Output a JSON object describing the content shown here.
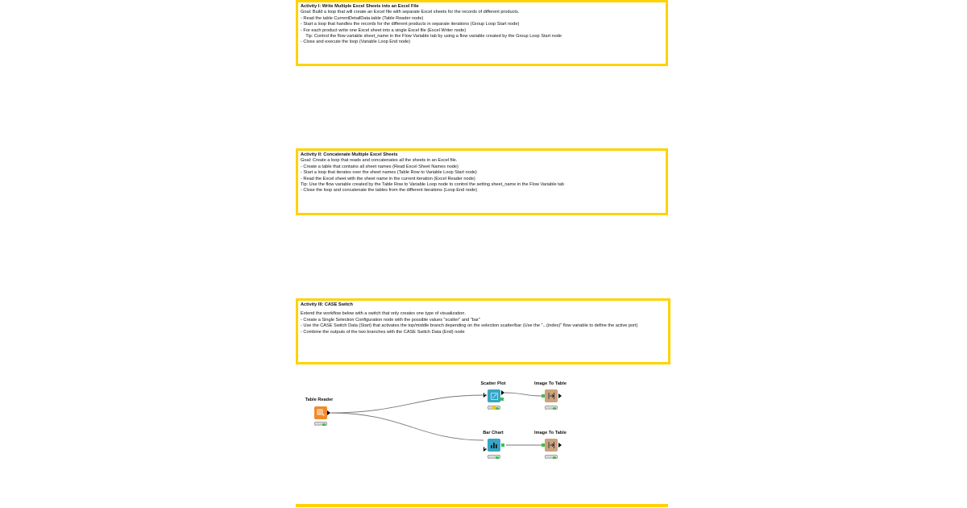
{
  "annotations": {
    "activity1": {
      "title": "Activity I: Write Multiple Excel Sheets into an Excel File",
      "lines": [
        "Goal: Build a loop that will create an Excel file with separate Excel sheets for the records of different products.",
        "- Read the table CurrentDetailData.table (Table Reader node)",
        "- Start a loop that handles the records for the different products in separate iterations (Group Loop Start node)",
        "- For each product write one Excel sheet into a single Excel file (Excel Writer node)",
        "    Tip: Control the flow variable sheet_name in the Flow Variable tab by using a flow variable created by the Group Loop Start node",
        "- Close and execute the loop (Variable Loop End node)"
      ]
    },
    "activity2": {
      "title": "Activity II: Concatenate Multiple Excel Sheets",
      "lines": [
        "Goal: Create a loop that reads and concatenates all the sheets in an Excel file.",
        "- Create a table that contains all sheet names (Read Excel Sheet Names node)",
        "- Start a loop that iterates over the sheet names (Table Row to Variable Loop Start node)",
        "- Read the Excel sheet with the sheet name in the current iteration (Excel Reader node)",
        "Tip: Use the flow variable created by the Table Row to Variable Loop node to control the setting sheet_name in the Flow Variable tab",
        "- Close the loop and concatenate the tables from the different iterations (Loop End node)"
      ]
    },
    "activity3": {
      "title": "Activity III: CASE Switch",
      "lines": [
        "Extend the workflow below with a switch that only creates one type of visualization.",
        "- Create a Single Selection Configuration node with the possible values \"scatter\" and \"bar\"",
        "- Use the CASE Switch Data (Start) that activates the top/middle branch depending on the selection scatter/bar (Use the \"...(index)\" flow variable to define the active port)",
        "- Combine the outputs of the two branches with the CASE Switch Data (End) node"
      ]
    }
  },
  "nodes": {
    "table_reader": {
      "label": "Table Reader",
      "color": "#f08a2b",
      "icon": "table-reader-icon"
    },
    "scatter_plot": {
      "label": "Scatter Plot",
      "color": "#36a5c6",
      "icon": "scatter-plot-icon"
    },
    "bar_chart": {
      "label": "Bar Chart",
      "color": "#36a5c6",
      "icon": "bar-chart-icon"
    },
    "image_to_table_1": {
      "label": "Image To Table",
      "color": "#c9a27e",
      "icon": "image-to-table-icon"
    },
    "image_to_table_2": {
      "label": "Image To Table",
      "color": "#c9a27e",
      "icon": "image-to-table-icon"
    }
  },
  "colors": {
    "annotation_border": "#ffd200",
    "status_green": "#3fbf4f",
    "warning": "#f3c400"
  }
}
